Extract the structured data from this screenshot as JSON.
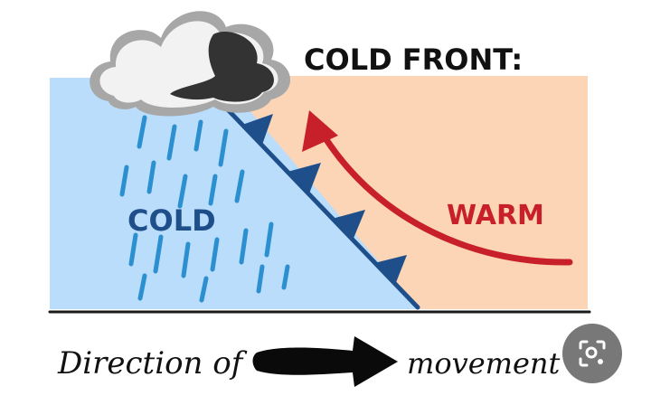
{
  "diagram": {
    "title": "COLD FRONT:",
    "cold_label": "COLD",
    "warm_label": "WARM",
    "direction_prefix": "Direction of",
    "direction_suffix": "movement"
  },
  "colors": {
    "cold_air": "#b9ddfa",
    "warm_air": "#fbd5b6",
    "rain": "#2b8fd0",
    "front_line": "#1f4f8a",
    "warm_arrow": "#c8202a",
    "cold_text": "#1f4f8a",
    "warm_text": "#c8202a",
    "cloud_light": "#f2f2f2",
    "cloud_dark": "#333333"
  },
  "icons": {
    "lens": "visual-search-icon"
  }
}
